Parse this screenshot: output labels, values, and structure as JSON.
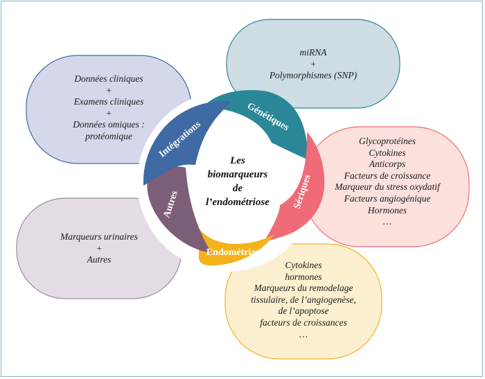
{
  "center": {
    "lines": [
      "Les",
      "biomarqueurs",
      "de",
      "l’endométriose"
    ]
  },
  "petals": {
    "genetiques": "Génétiques",
    "seriques": "Sériques",
    "endometriaux": "Endométriaux",
    "autres": "Autres",
    "integrations": "Intégrations"
  },
  "bubbles": {
    "genetiques": [
      "miRNA",
      "+",
      "Polymorphismes (SNP)"
    ],
    "seriques": [
      "Glycoprotéines",
      "Cytokines",
      "Anticorps",
      "Facteurs de croissance",
      "Marqueur du stress oxydatif",
      "Facteurs angiogénique",
      "Hormones",
      "…"
    ],
    "endometriaux": [
      "Cytokines",
      "hormones",
      "Marqueurs du remodelage",
      "tissulaire, de l’angiogenèse,",
      "de l’apoptose",
      "facteurs de croissances",
      "…"
    ],
    "autres": [
      "Marqueurs urinaires",
      "+",
      "Autres"
    ],
    "integrations": [
      "Données cliniques",
      "+",
      "Examens cliniques",
      "+",
      "Données omiques :",
      "protéomique"
    ]
  },
  "colors": {
    "genetiques": "#2a8797",
    "seriques": "#ef6b77",
    "endometriaux": "#f3b21c",
    "autres": "#7d5e79",
    "integrations": "#3f6aa3",
    "bubble_genetiques_fill": "#cddde3",
    "bubble_genetiques_stroke": "#2a8797",
    "bubble_seriques_fill": "#fbe0dc",
    "bubble_seriques_stroke": "#ef6b77",
    "bubble_endometriaux_fill": "#fcefd0",
    "bubble_endometriaux_stroke": "#f3b21c",
    "bubble_autres_fill": "#e3dce4",
    "bubble_autres_stroke": "#9c8a9c",
    "bubble_integrations_fill": "#d5d8ea",
    "bubble_integrations_stroke": "#3f6aa3",
    "frame": "#7fb6c6"
  }
}
